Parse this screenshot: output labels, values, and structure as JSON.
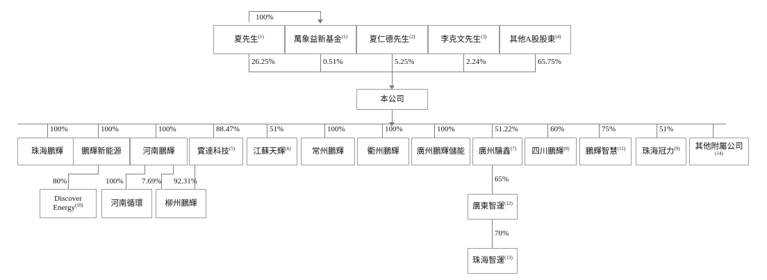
{
  "diagram": {
    "title": "Shareholding and corporate structure chart",
    "accent_color": "#9a9a9a",
    "line_color": "#7d7d7d",
    "background": "#ffffff"
  },
  "shareholders": [
    {
      "id": "sh1",
      "label": "夏先生",
      "note": "(1)",
      "stake": "26.25%"
    },
    {
      "id": "sh2",
      "label": "萬象益新基金",
      "note": "(1)",
      "stake": "0.51%"
    },
    {
      "id": "sh3",
      "label": "夏仁德先生",
      "note": "(2)",
      "stake": "5.25%"
    },
    {
      "id": "sh4",
      "label": "李克文先生",
      "note": "(3)",
      "stake": "2.24%"
    },
    {
      "id": "sh5",
      "label": "其他A股股東",
      "note": "(4)",
      "stake": "65.75%"
    }
  ],
  "control_link": {
    "pct": "100%",
    "from": "夏先生",
    "to": "萬象益新基金"
  },
  "company": {
    "label": "本公司",
    "note": ""
  },
  "subsidiaries": [
    {
      "id": "s1",
      "label": "珠海鵬輝",
      "note": "",
      "stake": "100%"
    },
    {
      "id": "s2",
      "label": "鵬輝新能源",
      "note": "",
      "stake": "100%"
    },
    {
      "id": "s3",
      "label": "河南鵬輝",
      "note": "",
      "stake": "100%"
    },
    {
      "id": "s4",
      "label": "實達科技",
      "note": "(5)",
      "stake": "88.47%"
    },
    {
      "id": "s5",
      "label": "江蘇天輝",
      "note": "(6)",
      "stake": "51%"
    },
    {
      "id": "s6",
      "label": "常州鵬輝",
      "note": "",
      "stake": "100%"
    },
    {
      "id": "s7",
      "label": "衢州鵬輝",
      "note": "",
      "stake": "100%"
    },
    {
      "id": "s8",
      "label": "廣州鵬輝儲能",
      "note": "",
      "stake": "100%"
    },
    {
      "id": "s9",
      "label": "廣州驥鑫",
      "note": "(7)",
      "stake": "51.22%"
    },
    {
      "id": "s10",
      "label": "四川鵬輝",
      "note": "(8)",
      "stake": "60%"
    },
    {
      "id": "s11",
      "label": "鵬輝智慧",
      "note": "(11)",
      "stake": "75%"
    },
    {
      "id": "s12",
      "label": "珠海冠力",
      "note": "(9)",
      "stake": "51%"
    },
    {
      "id": "s13",
      "label": "其他附屬公司",
      "note": "(14)",
      "stake": ""
    }
  ],
  "third_level": [
    {
      "id": "t1",
      "label_line1": "Discover",
      "label_line2": "Energy",
      "note": "(10)",
      "stake": "80%",
      "parent": "鵬輝新能源"
    },
    {
      "id": "t2",
      "label": "河南循環",
      "note": "",
      "stake": "100%",
      "parent": "河南鵬輝"
    },
    {
      "id": "t3",
      "label": "柳州鵬輝",
      "note": "",
      "stakes": [
        "7.69%",
        "92.31%"
      ],
      "parents": [
        "河南鵬輝",
        "實達科技"
      ]
    },
    {
      "id": "t4",
      "label": "廣東智運",
      "note": "(12)",
      "stake": "65%",
      "parent": "廣州驥鑫"
    }
  ],
  "fourth_level": [
    {
      "id": "f1",
      "label": "珠海智運",
      "note": "(13)",
      "stake": "70%",
      "parent": "廣東智運"
    }
  ]
}
